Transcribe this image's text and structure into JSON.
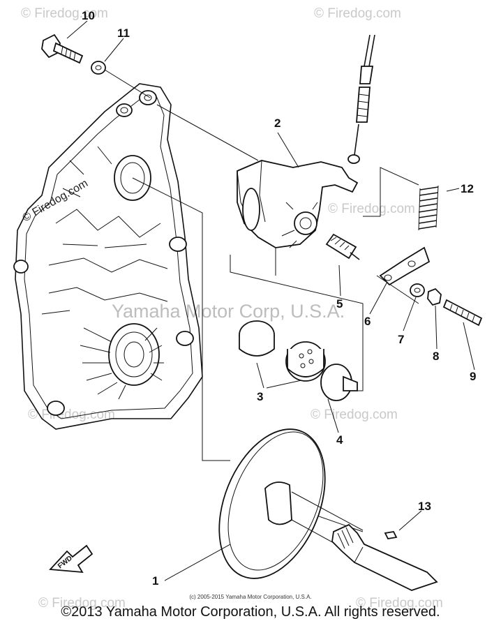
{
  "watermarks": {
    "center": "Yamaha Motor Corp, U.S.A.",
    "brand": "© Firedog.com",
    "brand_short": "© Firedog.com"
  },
  "callouts": [
    "1",
    "2",
    "3",
    "4",
    "5",
    "6",
    "7",
    "8",
    "9",
    "10",
    "11",
    "12",
    "13"
  ],
  "fwd_label": "FWD",
  "small_copyright": "(c) 2005-2015 Yamaha Motor Corporation, U.S.A.",
  "copyright": "©2013 Yamaha Motor Corporation, U.S.A. All rights reserved."
}
